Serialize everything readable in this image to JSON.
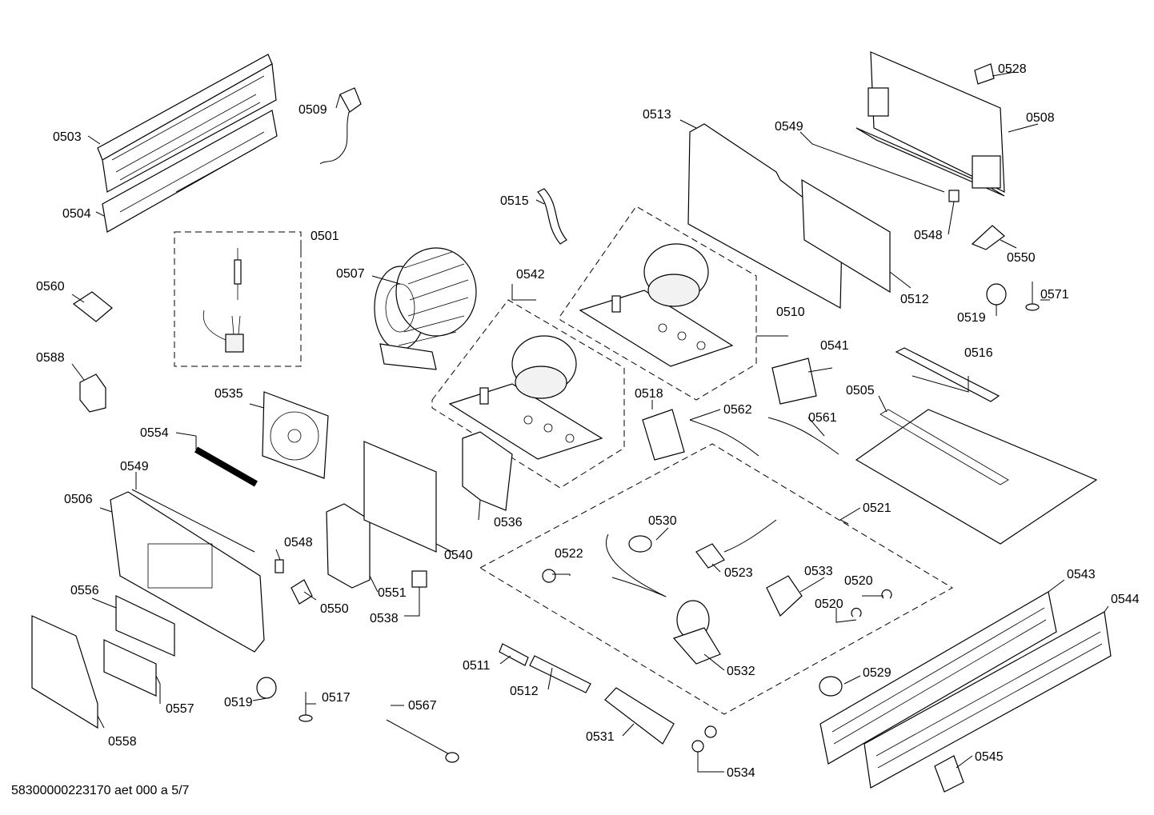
{
  "labels": {
    "l0503": "0503",
    "l0504": "0504",
    "l0509": "0509",
    "l0501": "0501",
    "l0507": "0507",
    "l0515": "0515",
    "l0542": "0542",
    "l0513": "0513",
    "l0549a": "0549",
    "l0528": "0528",
    "l0508": "0508",
    "l0548a": "0548",
    "l0550a": "0550",
    "l0512a": "0512",
    "l0510": "0510",
    "l0519a": "0519",
    "l0571": "0571",
    "l0560": "0560",
    "l0588": "0588",
    "l0535": "0535",
    "l0554": "0554",
    "l0549b": "0549",
    "l0506": "0506",
    "l0548b": "0548",
    "l0550b": "0550",
    "l0551": "0551",
    "l0538": "0538",
    "l0540": "0540",
    "l0536": "0536",
    "l0518": "0518",
    "l0562": "0562",
    "l0541": "0541",
    "l0561": "0561",
    "l0516": "0516",
    "l0505": "0505",
    "l0521": "0521",
    "l0530": "0530",
    "l0522": "0522",
    "l0523": "0523",
    "l0533": "0533",
    "l0520a": "0520",
    "l0520b": "0520",
    "l0543": "0543",
    "l0544": "0544",
    "l0556": "0556",
    "l0557": "0557",
    "l0558": "0558",
    "l0519b": "0519",
    "l0517": "0517",
    "l0567": "0567",
    "l0511": "0511",
    "l0512b": "0512",
    "l0531": "0531",
    "l0532": "0532",
    "l0534": "0534",
    "l0529": "0529",
    "l0545": "0545"
  },
  "footer": "58300000223170 aet 000 a 5/7"
}
